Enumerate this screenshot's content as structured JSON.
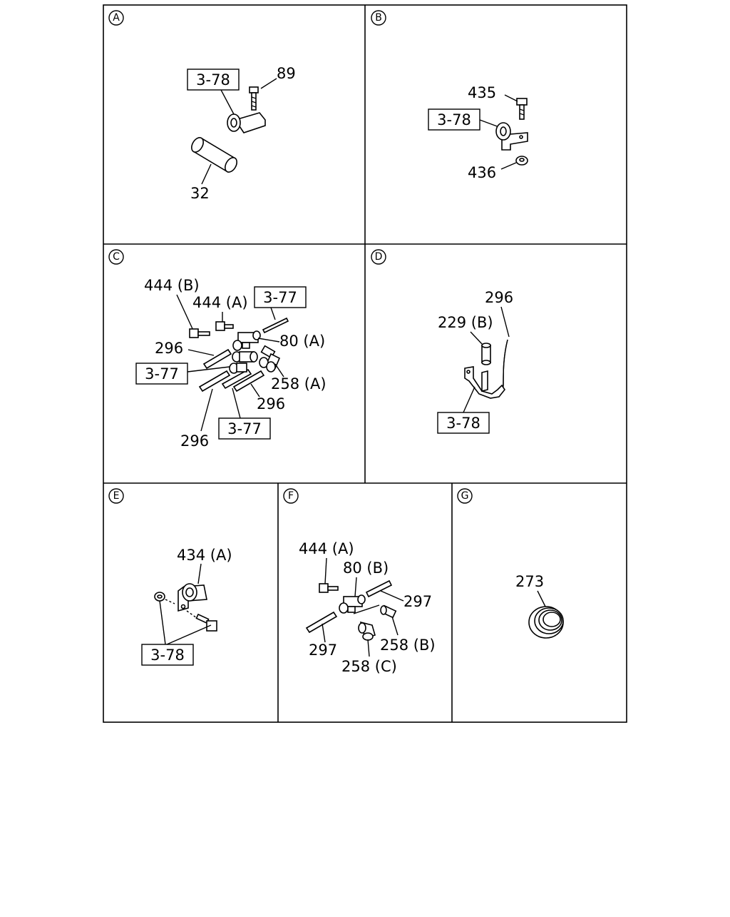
{
  "panels": [
    {
      "letter": "A",
      "labels": [
        "89",
        "32"
      ],
      "refs": [
        "3-78"
      ]
    },
    {
      "letter": "B",
      "labels": [
        "435",
        "436"
      ],
      "refs": [
        "3-78"
      ]
    },
    {
      "letter": "C",
      "labels": [
        "444 (B)",
        "444 (A)",
        "80 (A)",
        "296",
        "258 (A)",
        "296",
        "296"
      ],
      "refs": [
        "3-77",
        "3-77",
        "3-77"
      ]
    },
    {
      "letter": "D",
      "labels": [
        "296",
        "229 (B)"
      ],
      "refs": [
        "3-78"
      ]
    },
    {
      "letter": "E",
      "labels": [
        "434 (A)"
      ],
      "refs": [
        "3-78"
      ]
    },
    {
      "letter": "F",
      "labels": [
        "444 (A)",
        "80 (B)",
        "297",
        "297",
        "258 (B)",
        "258 (C)"
      ],
      "refs": []
    },
    {
      "letter": "G",
      "labels": [
        "273"
      ],
      "refs": []
    }
  ]
}
